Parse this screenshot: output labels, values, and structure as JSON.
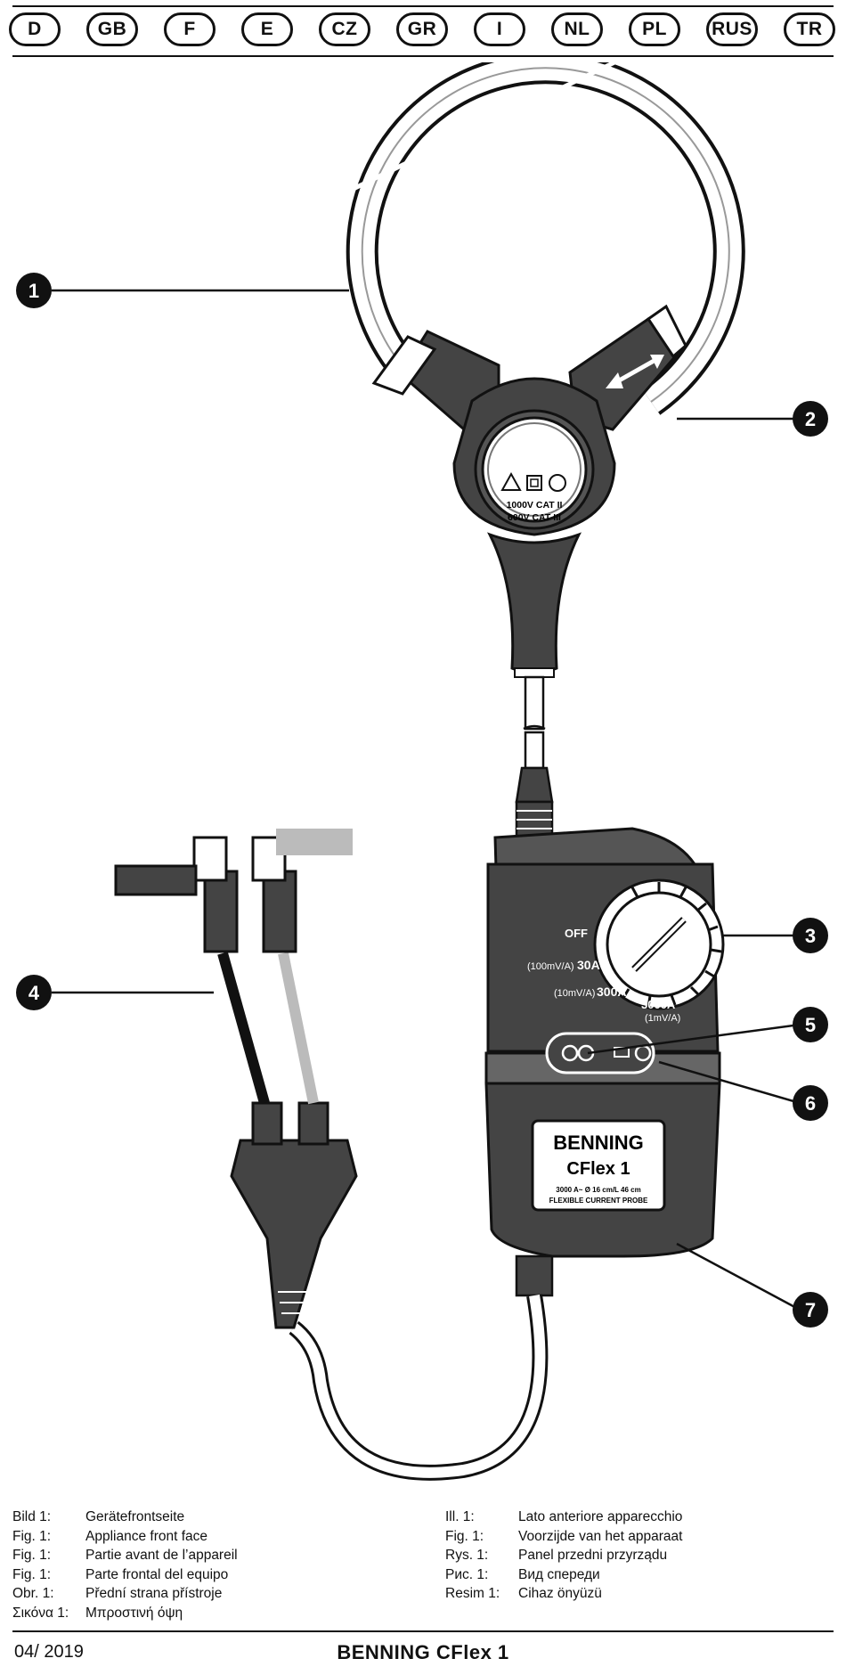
{
  "languages": [
    "D",
    "GB",
    "F",
    "E",
    "CZ",
    "GR",
    "I",
    "NL",
    "PL",
    "RUS",
    "TR"
  ],
  "callouts": [
    "1",
    "2",
    "3",
    "4",
    "5",
    "6",
    "7"
  ],
  "probe_head": {
    "rating_1": "1000V CAT II",
    "rating_2": "600V CAT III"
  },
  "dial": {
    "off": "OFF",
    "r30_scale": "(100mV/A)",
    "r30": "30A",
    "r300_scale": "(10mV/A)",
    "r300": "300A",
    "r3000": "3000A",
    "r3000_scale": "(1mV/A)"
  },
  "label": {
    "brand": "BENNING",
    "model": "CFlex 1",
    "spec": "3000 A~  Ø 16 cm/L 46 cm",
    "desc": "FLEXIBLE CURRENT PROBE"
  },
  "captions_left": [
    {
      "key": "Bild 1:",
      "text": "Gerätefrontseite"
    },
    {
      "key": "Fig. 1:",
      "text": "Appliance front face"
    },
    {
      "key": "Fig. 1:",
      "text": "Partie avant de l’appareil"
    },
    {
      "key": "Fig. 1:",
      "text": "Parte frontal del equipo"
    },
    {
      "key": "Obr. 1:",
      "text": "Přední strana přístroje"
    },
    {
      "key": "Σικόνα 1:",
      "text": "Μπροστινή όψη"
    }
  ],
  "captions_right": [
    {
      "key": "Ill. 1:",
      "text": "Lato anteriore apparecchio"
    },
    {
      "key": "Fig. 1:",
      "text": "Voorzijde van het apparaat"
    },
    {
      "key": "Rys. 1:",
      "text": "Panel przedni przyrządu"
    },
    {
      "key": "Рис. 1:",
      "text": "Вид спереди"
    },
    {
      "key": "Resim 1:",
      "text": "Cihaz önyüzü"
    }
  ],
  "footer": {
    "date": "04/ 2019",
    "title": "BENNING CFlex 1"
  }
}
